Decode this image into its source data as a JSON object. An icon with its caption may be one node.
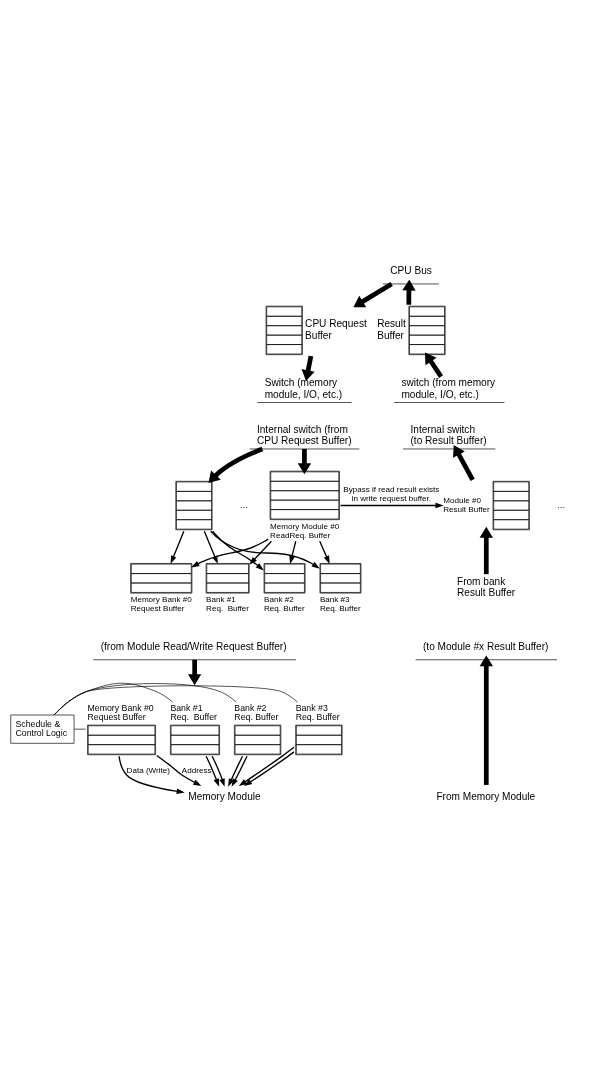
{
  "diagram": {
    "nodes": [
      {
        "text": [
          "CPU Bus"
        ]
      },
      {
        "text": [
          "CPU Request Buffer"
        ]
      },
      {
        "text": [
          "Result Buffer"
        ]
      },
      {
        "text": [
          "Switch (memory module, I/O, etc.)"
        ]
      },
      {
        "text": [
          "switch (from memory module, I/O, etc.)"
        ]
      },
      {
        "text": [
          "Internal switch (from CPU Request Buffer)"
        ]
      },
      {
        "text": [
          "Internal switch (to Result Buffer)"
        ]
      },
      {
        "text": [
          "Memory Module #0 ReadReq. Buffer"
        ]
      },
      {
        "text": [],
        "shape": "box"
      },
      {
        "text": [
          "Module #0 Result Buffer"
        ]
      },
      {
        "text": [
          "Memory Bank #0 Request Buffer"
        ]
      },
      {
        "text": [
          "Bank #1 Req.  Buffer"
        ]
      },
      {
        "text": [
          "Bank #2 Req. Buffer"
        ]
      },
      {
        "text": [
          "Bank #3 Req. Buffer"
        ]
      },
      {
        "text": [
          "From bank Result Buffer"
        ]
      },
      {
        "text": [
          "(from Module Read/Write Request Buffer)"
        ]
      },
      {
        "text": [
          "(to Module #x Result Buffer)"
        ]
      },
      {
        "text": [
          "Memory Bank #0 Request Buffer"
        ]
      },
      {
        "text": [
          "Bank #1 Req.  Buffer"
        ]
      },
      {
        "text": [
          "Bank #2 Req. Buffer"
        ]
      },
      {
        "text": [
          "Bank #3 Req. Buffer"
        ]
      },
      {
        "text": [
          "Schedule & Control Logic"
        ]
      },
      {
        "text": [
          "Memory Module"
        ]
      },
      {
        "text": [
          "From Memory Module"
        ]
      }
    ],
    "edges": [
      {
        "from": 0,
        "to": 1,
        "arrow": "to",
        "style": "thick"
      },
      {
        "from": 2,
        "to": 0,
        "arrow": "to",
        "style": "thick"
      },
      {
        "from": 1,
        "to": 3,
        "arrow": "to",
        "style": "thick"
      },
      {
        "from": 4,
        "to": 2,
        "arrow": "to",
        "style": "thick"
      },
      {
        "from": 5,
        "to": 7,
        "arrow": "to",
        "style": "thick"
      },
      {
        "from": 5,
        "to": 8,
        "arrow": "to",
        "style": "thick"
      },
      {
        "from": 9,
        "to": 6,
        "arrow": "to",
        "style": "thick"
      },
      {
        "from": 7,
        "to": 10,
        "arrow": "to"
      },
      {
        "from": 7,
        "to": 11,
        "arrow": "to"
      },
      {
        "from": 7,
        "to": 12,
        "arrow": "to"
      },
      {
        "from": 7,
        "to": 13,
        "arrow": "to"
      },
      {
        "from": 8,
        "to": 10,
        "arrow": "to"
      },
      {
        "from": 8,
        "to": 11,
        "arrow": "to"
      },
      {
        "from": 8,
        "to": 12,
        "arrow": "to"
      },
      {
        "from": 8,
        "to": 13,
        "arrow": "to"
      },
      {
        "from": 7,
        "to": 9,
        "arrow": "to",
        "label": "Bypass if read result exists in write request buffer."
      },
      {
        "from": 14,
        "to": 9,
        "arrow": "to",
        "style": "thick"
      },
      {
        "from": 15,
        "to": null,
        "arrow": "to",
        "style": "thick"
      },
      {
        "from": 23,
        "to": 16,
        "arrow": "to",
        "style": "thick"
      },
      {
        "from": 21,
        "to": 17,
        "arrow": "none"
      },
      {
        "from": 21,
        "to": 18,
        "arrow": "none"
      },
      {
        "from": 21,
        "to": 19,
        "arrow": "none"
      },
      {
        "from": 21,
        "to": 20,
        "arrow": "none"
      },
      {
        "from": 17,
        "to": 22,
        "arrow": "to",
        "label": "Address"
      },
      {
        "from": 18,
        "to": 22,
        "arrow": "to"
      },
      {
        "from": 19,
        "to": 22,
        "arrow": "to"
      },
      {
        "from": 20,
        "to": 22,
        "arrow": "to"
      },
      {
        "from": 17,
        "to": 22,
        "arrow": "to",
        "label": "Data (Write)"
      },
      {
        "from": 18,
        "to": 22,
        "arrow": "to"
      },
      {
        "from": 19,
        "to": 22,
        "arrow": "to"
      },
      {
        "from": 20,
        "to": 22,
        "arrow": "to"
      }
    ],
    "labels": [
      "…",
      "…"
    ]
  }
}
